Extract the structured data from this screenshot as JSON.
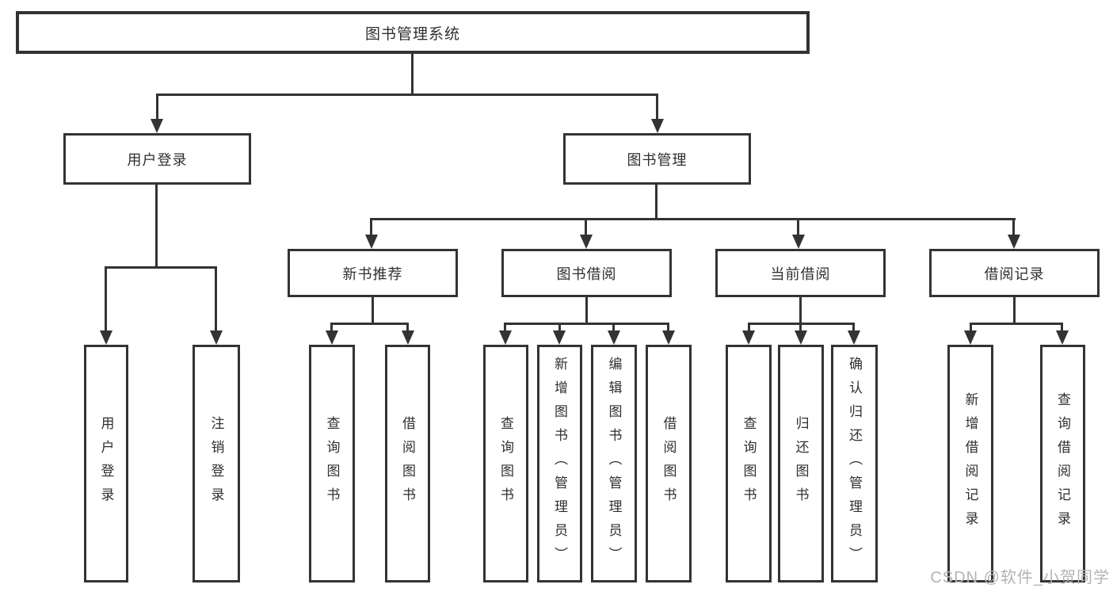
{
  "diagram": {
    "title": "图书管理系统",
    "branches": {
      "user_login": {
        "label": "用户登录",
        "children": {
          "c1": "用户登录",
          "c2": "注销登录"
        }
      },
      "book_mgmt": {
        "label": "图书管理",
        "sections": {
          "new_books": {
            "label": "新书推荐",
            "children": {
              "c1": "查询图书",
              "c2": "借阅图书"
            }
          },
          "borrowing": {
            "label": "图书借阅",
            "children": {
              "c1": "查询图书",
              "c2": "新增图书（管理员）",
              "c3": "编辑图书（管理员）",
              "c4": "借阅图书"
            }
          },
          "current": {
            "label": "当前借阅",
            "children": {
              "c1": "查询图书",
              "c2": "归还图书",
              "c3": "确认归还（管理员）"
            }
          },
          "records": {
            "label": "借阅记录",
            "children": {
              "c1": "新增借阅记录",
              "c2": "查询借阅记录"
            }
          }
        }
      }
    },
    "watermark": "CSDN @软件_小贺同学",
    "colors": {
      "line": "#333333",
      "text": "#2f2f2f",
      "watermark": "#b3b3b3",
      "background": "#ffffff"
    }
  }
}
